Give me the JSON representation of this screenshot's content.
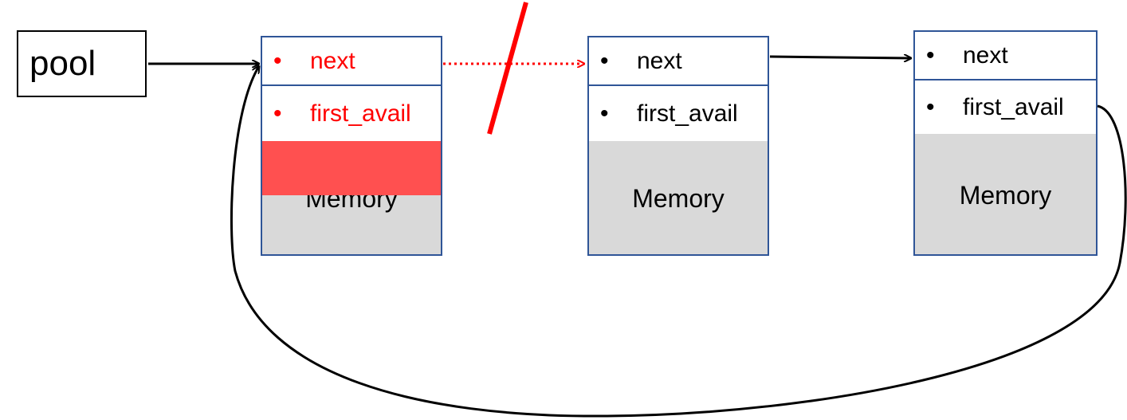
{
  "pool": {
    "label": "pool"
  },
  "blocks": [
    {
      "next": "next",
      "first_avail": "first_avail",
      "memory": "Memory"
    },
    {
      "next": "next",
      "first_avail": "first_avail",
      "memory": "Memory"
    },
    {
      "next": "next",
      "first_avail": "first_avail",
      "memory": "Memory"
    }
  ],
  "bullet": "•",
  "colors": {
    "removed": "#ff0000",
    "removed_fill": "#ff5050",
    "block_border": "#2f5597",
    "memory_fill": "#d9d9d9"
  }
}
